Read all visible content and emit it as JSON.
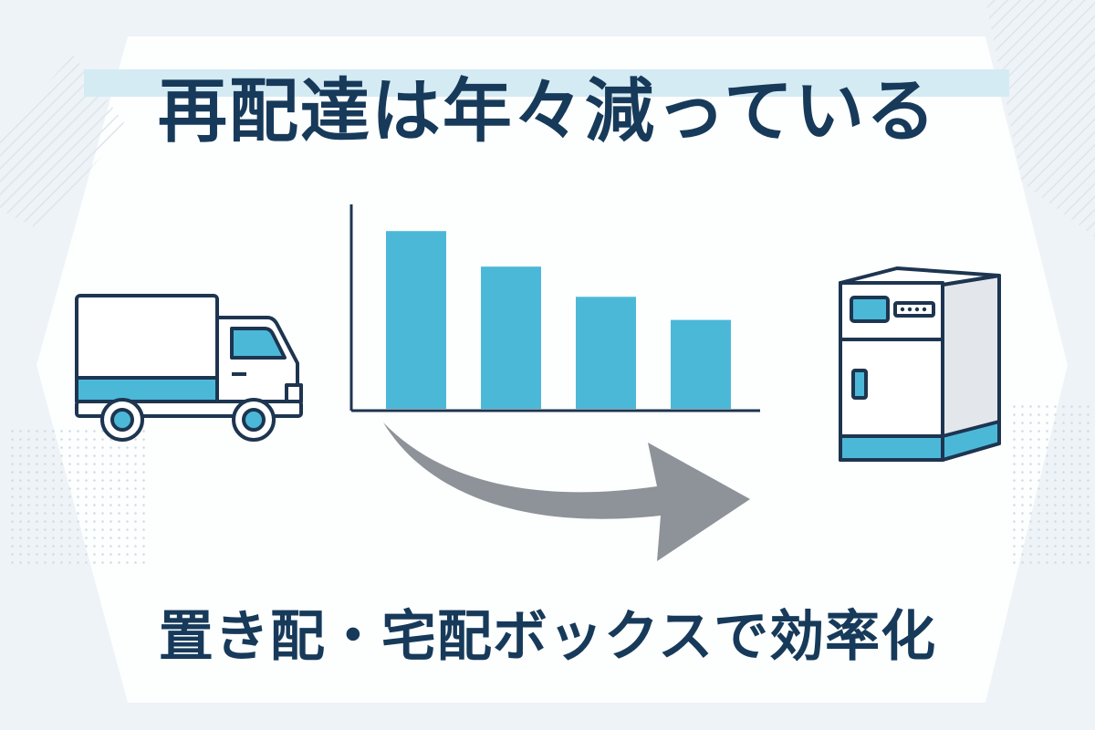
{
  "headline": "再配達は年々減っている",
  "bottom_caption": "置き配・宅配ボックスで効率化",
  "colors": {
    "navy": "#173a5a",
    "accent": "#4cb8d8",
    "highlight": "#d4ebf3",
    "arrow": "#8e9399",
    "outline": "#1d3550"
  },
  "chart_data": {
    "type": "bar",
    "categories": [
      "",
      "",
      "",
      ""
    ],
    "values": [
      100,
      80,
      63,
      50
    ],
    "ylim": [
      0,
      115
    ],
    "grid": false,
    "legend": "none"
  },
  "icons": {
    "left": "delivery-truck-icon",
    "right": "delivery-box-locker-icon",
    "connector": "curved-arrow-icon"
  }
}
